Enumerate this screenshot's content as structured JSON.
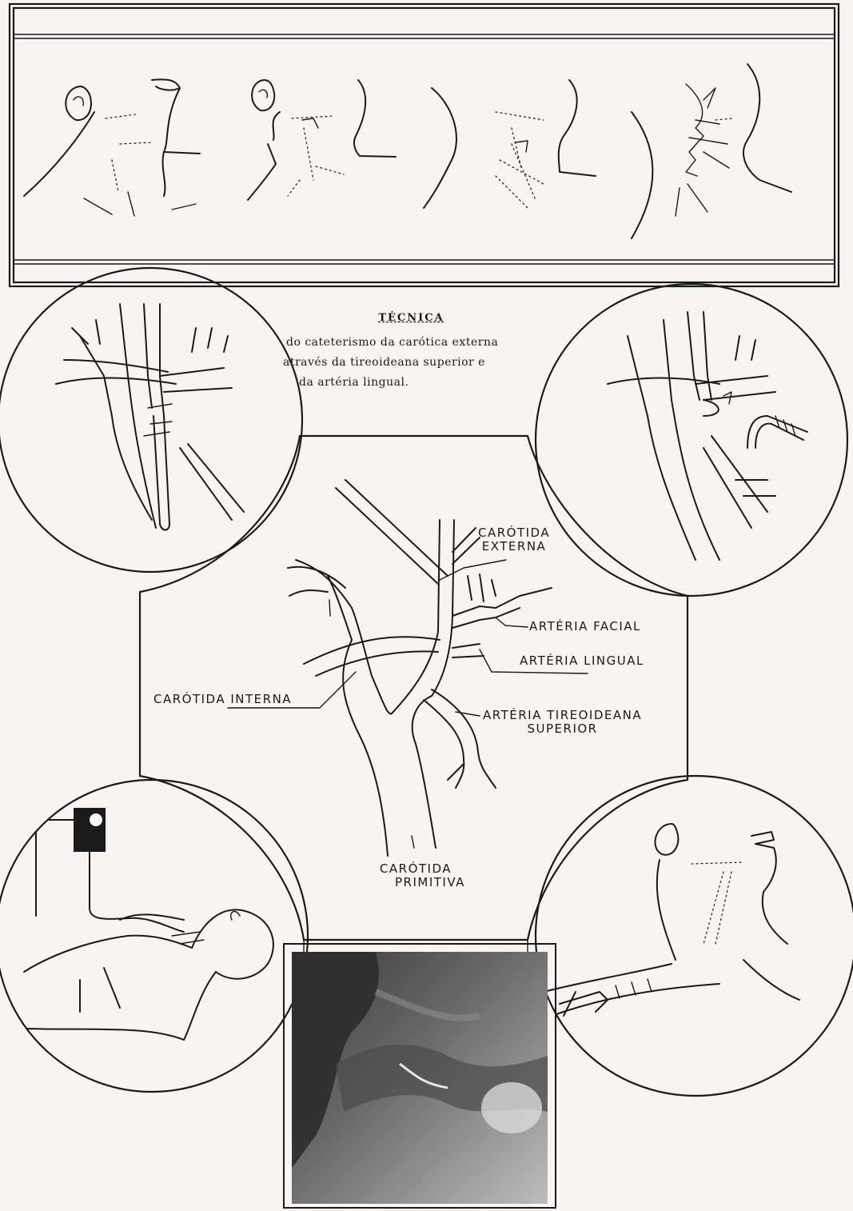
{
  "caption": {
    "title": "TÉCNICA",
    "line1": "do cateterismo da carótica externa",
    "line2": "através da tireoideana superior e",
    "line3": "da artéria lingual."
  },
  "labels": {
    "carotida_externa_1": "CARÓTIDA",
    "carotida_externa_2": "EXTERNA",
    "arteria_facial": "ARTÉRIA FACIAL",
    "arteria_lingual": "ARTÉRIA LINGUAL",
    "carotida_interna": "CARÓTIDA INTERNA",
    "tireoideana_1": "ARTÉRIA TIREOIDEANA",
    "tireoideana_2": "SUPERIOR",
    "carotida_primitiva_1": "CARÓTIDA",
    "carotida_primitiva_2": "PRIMITIVA"
  },
  "colors": {
    "paper": "#f7f5f1",
    "ink": "#1a1a1a"
  }
}
